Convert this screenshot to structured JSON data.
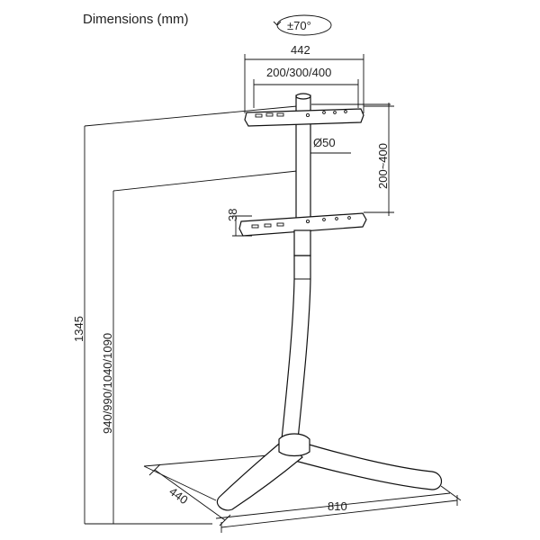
{
  "diagram": {
    "title": "Dimensions (mm)",
    "labels": {
      "rotation": "±70°",
      "width_total": "442",
      "vesa": "200/300/400",
      "pole_diameter": "Ø50",
      "bracket_spacing": "200~400",
      "bracket_height": "38",
      "height_total": "1345",
      "height_options": "940/990/1040/1090",
      "base_depth": "440",
      "base_width": "810"
    }
  }
}
